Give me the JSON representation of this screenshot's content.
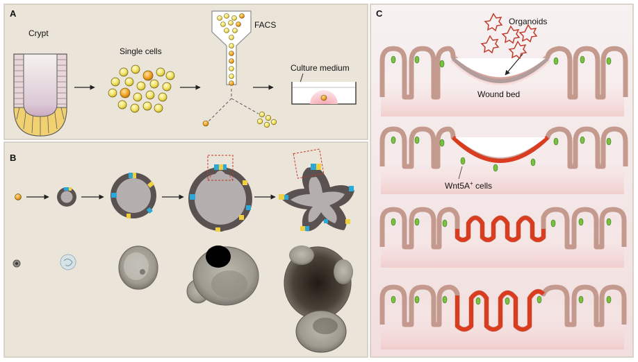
{
  "panels": {
    "a": {
      "letter": "A",
      "crypt_label": "Crypt",
      "single_cells_label": "Single cells",
      "facs_label": "FACS",
      "culture_medium_label": "Culture medium"
    },
    "b": {
      "letter": "B"
    },
    "c": {
      "letter": "C",
      "organoids_label": "Organoids",
      "wound_bed_label": "Wound bed",
      "wnt5a_label_main": "Wnt5A",
      "wnt5a_label_sup": "+",
      "wnt5a_label_rest": " cells"
    }
  },
  "colors": {
    "panel_bg": "#ebe4d8",
    "frame": "#cfc8bc",
    "yellow_cell": "#f0e060",
    "orange_cell": "#f0a020",
    "organoid_wall": "#5a5250",
    "organoid_lumen": "#b4aeae",
    "stem_blue": "#2aa8d8",
    "crypt_tissue": "#dcb8a8",
    "wound_gray": "#8e8e8e",
    "regen_red": "#d93c1e",
    "green_cell": "#7cc040",
    "organoid_outline": "#c0392b"
  },
  "icons": {
    "arrow": "arrow-right-icon",
    "organoid": "star-organoid-icon",
    "green_cell": "leaf-cell-icon"
  }
}
